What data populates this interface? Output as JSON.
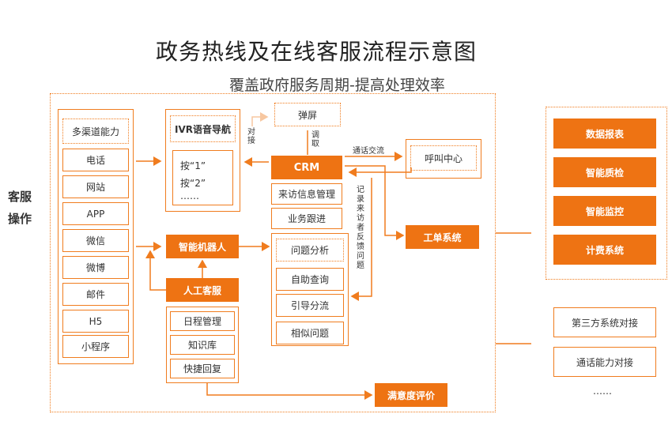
{
  "title": "政务热线及在线客服流程示意图",
  "subtitle": "覆盖政府服务周期-提高处理效率",
  "side_label": "客服操作",
  "channels": {
    "header": "多渠道能力",
    "items": [
      "电话",
      "网站",
      "APP",
      "微信",
      "微博",
      "邮件",
      "H5",
      "小程序"
    ]
  },
  "ivr": {
    "title": "IVR语音导航",
    "options": [
      "按“1”",
      "按“2”",
      "……"
    ]
  },
  "popup": "弹屏",
  "crm": {
    "label": "CRM",
    "items": [
      "来访信息管理",
      "业务跟进"
    ]
  },
  "call_center": "呼叫中心",
  "robot": "智能机器人",
  "robot_items": [
    "问题分析",
    "自助查询",
    "引导分流",
    "相似问题"
  ],
  "human": {
    "label": "人工客服",
    "items": [
      "日程管理",
      "知识库",
      "快捷回复"
    ]
  },
  "work_order": "工单系统",
  "satisfaction": "满意度评价",
  "labels": {
    "transfer": "对接",
    "fetch": "调取",
    "call_flow": "通话交流",
    "record": "记录来访者反馈问题"
  },
  "right_panel": [
    "数据报表",
    "智能质检",
    "智能监控",
    "计费系统"
  ],
  "external": [
    "第三方系统对接",
    "通话能力对接",
    "……"
  ],
  "colors": {
    "accent": "#ee7313",
    "border": "#f07c1e"
  }
}
